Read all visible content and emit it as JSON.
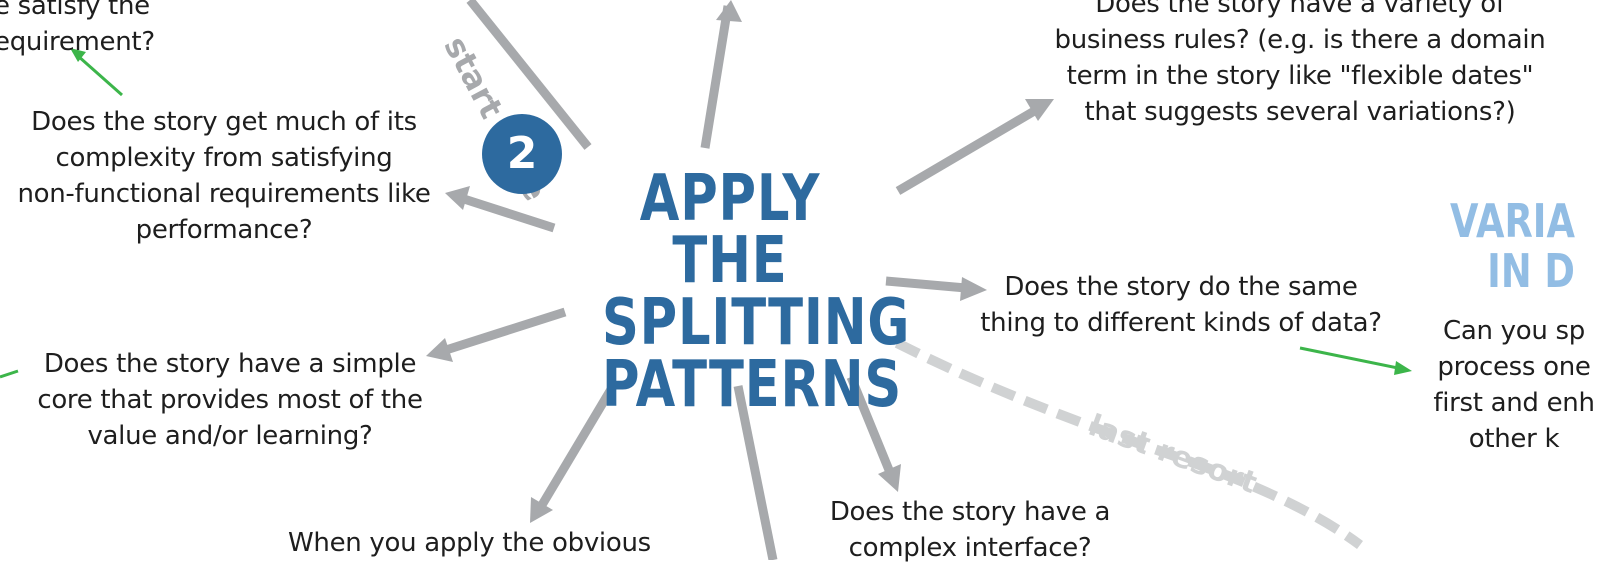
{
  "step_number": "2",
  "center_title": "APPLY THE\nSPLITTING\nPATTERNS",
  "start_label": "start here",
  "last_resort_label": "last resort",
  "partial_title": "VARIA\nIN D",
  "colors": {
    "accent_blue": "#2d6a9f",
    "light_blue": "#92bde4",
    "arrow_gray": "#a7a9ac",
    "dash_gray": "#d0d2d3",
    "green": "#3cb54a",
    "text": "#1e1e1e"
  },
  "questions": {
    "top_left_partial": "e satisfy the\nequirement?",
    "nonfunctional": "Does the story get much of its\ncomplexity from satisfying\nnon-functional requirements like\nperformance?",
    "simple_core": "Does the story have a simple\ncore that provides most of the\nvalue and/or learning?",
    "obvious_split": "When you apply the obvious",
    "business_rules": "Does the story have a variety of\nbusiness rules? (e.g. is there a domain\nterm in the story like \"flexible dates\"\nthat suggests several variations?)",
    "data_variations": "Does the story do the same\nthing to different kinds of data?",
    "complex_interface": "Does the story have a\ncomplex interface?",
    "split_process_partial": "Can you sp\nprocess one\nfirst and enh\nother k"
  }
}
